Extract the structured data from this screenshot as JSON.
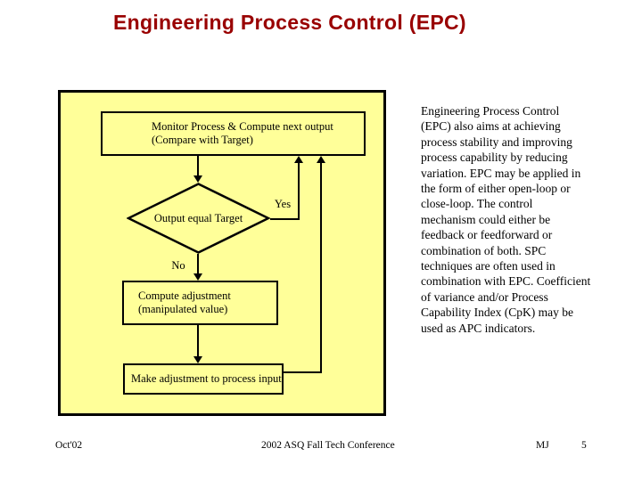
{
  "slide": {
    "title": "Engineering Process Control (EPC)",
    "title_color": "#990000",
    "flowchart_bg": "#FFFF99"
  },
  "flowchart": {
    "monitor_box": {
      "line1": "Monitor Process & Compute next output",
      "line2": "(Compare with Target)"
    },
    "decision": {
      "label": "Output equal Target",
      "yes": "Yes",
      "no": "No"
    },
    "compute_box": {
      "line1": "Compute adjustment",
      "line2": "(manipulated value)"
    },
    "make_box": {
      "label": "Make adjustment to process input"
    }
  },
  "paragraph": {
    "text": "Engineering Process Control\n(EPC) also  aims at achieving\nprocess stability and improving\nprocess capability by reducing\nvariation.  EPC may be applied in\nthe form of  either open-loop or\nclose-loop.   The control\nmechanism could either be\nfeedback or feedforward or\ncombination of both. SPC\ntechniques are often used in\ncombination with EPC.  Coefficient\nof variance and/or Process\nCapability Index (CpK) may be\nused as APC indicators."
  },
  "footer": {
    "date": "Oct'02",
    "conference": "2002 ASQ Fall Tech Conference",
    "author": "MJ",
    "page": "5"
  }
}
